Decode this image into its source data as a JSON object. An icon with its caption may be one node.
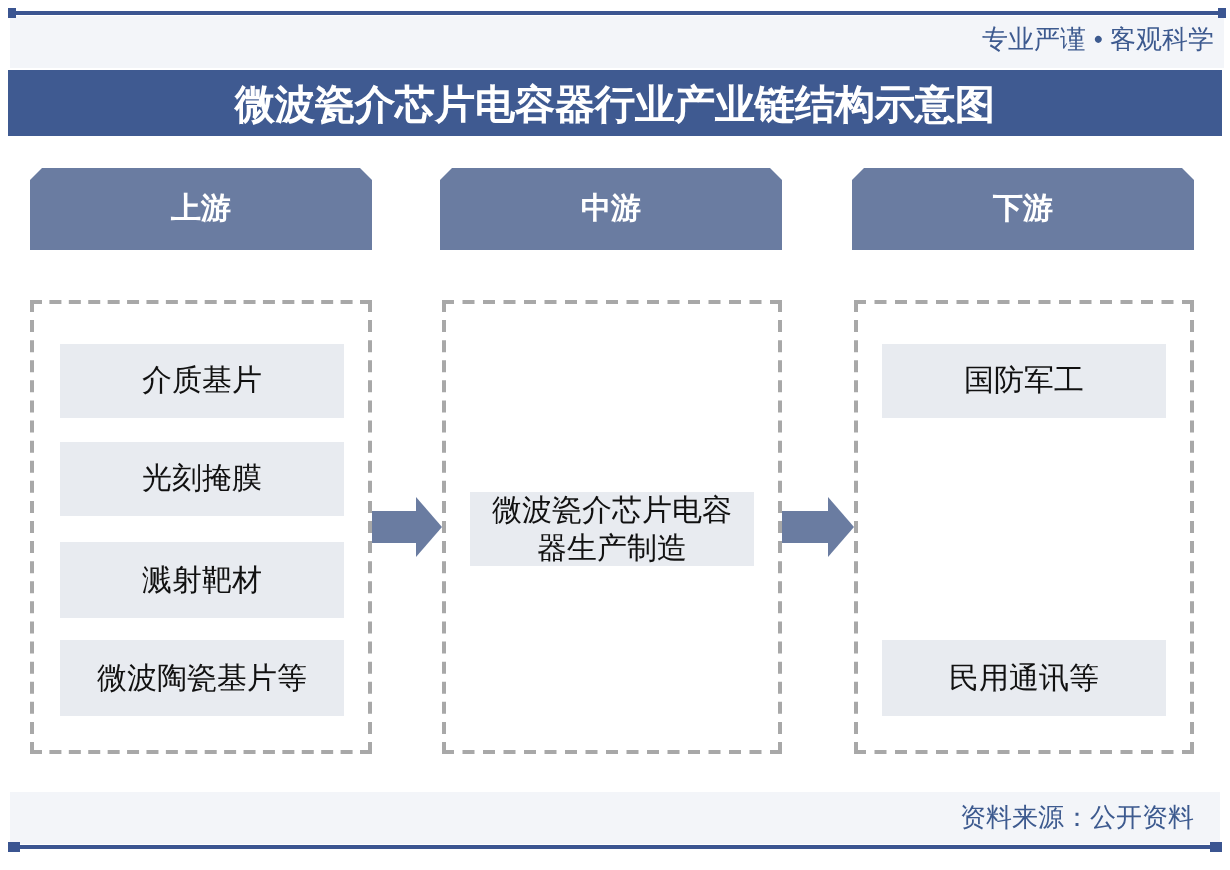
{
  "diagram": {
    "title": "微波瓷介芯片电容器行业产业链结构示意图",
    "nodes": [
      {
        "text": [
          "上游"
        ]
      },
      {
        "text": [
          "中游"
        ]
      },
      {
        "text": [
          "下游"
        ]
      },
      {
        "text": [],
        "shape": "box"
      },
      {
        "text": [
          "介质基片"
        ],
        "in": 3
      },
      {
        "text": [
          "光刻掩膜"
        ],
        "in": 3
      },
      {
        "text": [
          "溅射靶材"
        ],
        "in": 3
      },
      {
        "text": [
          "微波陶瓷基片等"
        ],
        "in": 3
      },
      {
        "text": [],
        "shape": "box"
      },
      {
        "text": [
          "微波瓷介芯片电容器生产制造"
        ],
        "in": 8
      },
      {
        "text": [],
        "shape": "box"
      },
      {
        "text": [
          "国防军工"
        ],
        "in": 10
      },
      {
        "text": [
          "民用通讯等"
        ],
        "in": 10
      }
    ],
    "edges": [
      {
        "from": 3,
        "to": 8,
        "arrow": "to"
      },
      {
        "from": 8,
        "to": 10,
        "arrow": "to"
      }
    ],
    "labels": [
      "专业严谨 • 客观科学",
      "资料来源：公开资料"
    ]
  }
}
